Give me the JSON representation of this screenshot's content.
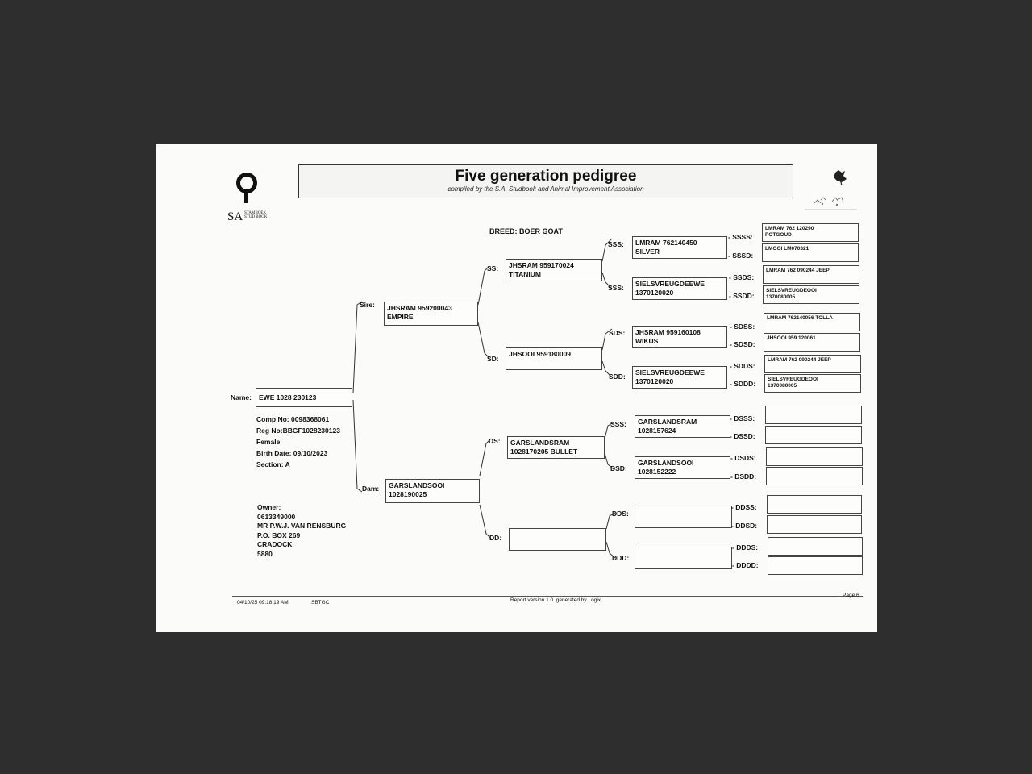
{
  "header": {
    "title": "Five generation pedigree",
    "subtitle": "compiled by the S.A. Studbook and Animal Improvement Association",
    "logo_text": "SA STAMBOEK STUD BOOK"
  },
  "breed": "BREED: BOER GOAT",
  "animal": {
    "name_label": "Name:",
    "name": "EWE 1028 230123",
    "details": [
      "Comp No: 0098368061",
      "Reg No:BBGF1028230123",
      "Female",
      "Birth Date: 09/10/2023",
      "Section: A"
    ]
  },
  "owner": {
    "lines": [
      "Owner:",
      "0613349000",
      "MR P.W.J. VAN RENSBURG",
      "P.O. BOX 269",
      "CRADOCK",
      "5880"
    ]
  },
  "labels": {
    "sire": "Sire:",
    "dam": "Dam:",
    "ss": "SS:",
    "sd": "SD:",
    "ds": "DS:",
    "dd": "DD:",
    "sss": "SSS:",
    "ssd": "SSS:",
    "sds": "SDS:",
    "sdd": "SDD:",
    "dss": "SSS:",
    "dsd": "DSD:",
    "dds": "DDS:",
    "ddd": "DDD:",
    "ssss": "- SSSS:",
    "sssd": "- SSSD:",
    "ssds": "- SSDS:",
    "ssdd": "- SSDD:",
    "sdss": "- SDSS:",
    "sdsd": "- SDSD:",
    "sdds": "- SDDS:",
    "sddd": "- SDDD:",
    "dsss": "- DSSS:",
    "dssd": "- DSSD:",
    "dsds": "- DSDS:",
    "dsdd": "- DSDD:",
    "ddss": "- DDSS:",
    "ddsd": "- DDSD:",
    "ddds": "- DDDS:",
    "dddd": "- DDDD:"
  },
  "gen1": {
    "sire": [
      "JHSRAM 959200043",
      "EMPIRE"
    ],
    "dam": [
      "GARSLANDSOOI",
      "1028190025"
    ]
  },
  "gen2": {
    "ss": [
      "JHSRAM 959170024",
      "TITANIUM"
    ],
    "sd": [
      "JHSOOI 959180009",
      ""
    ],
    "ds": [
      "GARSLANDSRAM",
      "1028170205 BULLET"
    ],
    "dd": [
      "",
      ""
    ]
  },
  "gen3": {
    "sss": [
      "LMRAM 762140450",
      "SILVER"
    ],
    "ssd": [
      "SIELSVREUGDEEWE",
      "1370120020"
    ],
    "sds": [
      "JHSRAM 959160108",
      "WIKUS"
    ],
    "sdd": [
      "SIELSVREUGDEEWE",
      "1370120020"
    ],
    "dss": [
      "GARSLANDSRAM",
      "1028157624"
    ],
    "dsd": [
      "GARSLANDSOOI",
      "1028152222"
    ],
    "dds": [
      "",
      ""
    ],
    "ddd": [
      "",
      ""
    ]
  },
  "gen4": {
    "ssss": [
      "LMRAM 762 120290",
      "POTGOUD"
    ],
    "sssd": [
      "LMOOI LM070321",
      ""
    ],
    "ssds": [
      "LMRAM 762 090244 JEEP",
      ""
    ],
    "ssdd": [
      "SIELSVREUGDEOOI",
      "1370080005"
    ],
    "sdss": [
      "LMRAM 762140056 TOLLA",
      ""
    ],
    "sdsd": [
      "JHSOOI 959 120061",
      ""
    ],
    "sdds": [
      "LMRAM 762 090244 JEEP",
      ""
    ],
    "sddd": [
      "SIELSVREUGDEOOI",
      "1370080005"
    ],
    "dsss": [
      "",
      ""
    ],
    "dssd": [
      "",
      ""
    ],
    "dsds": [
      "",
      ""
    ],
    "dsdd": [
      "",
      ""
    ],
    "ddss": [
      "",
      ""
    ],
    "ddsd": [
      "",
      ""
    ],
    "ddds": [
      "",
      ""
    ],
    "dddd": [
      "",
      ""
    ]
  },
  "footer": {
    "datetime": "04/10/25 09:18:19 AM",
    "code": "SBTGC",
    "report": "Report version 1.0. generated by Logix",
    "page": "Page 6"
  }
}
